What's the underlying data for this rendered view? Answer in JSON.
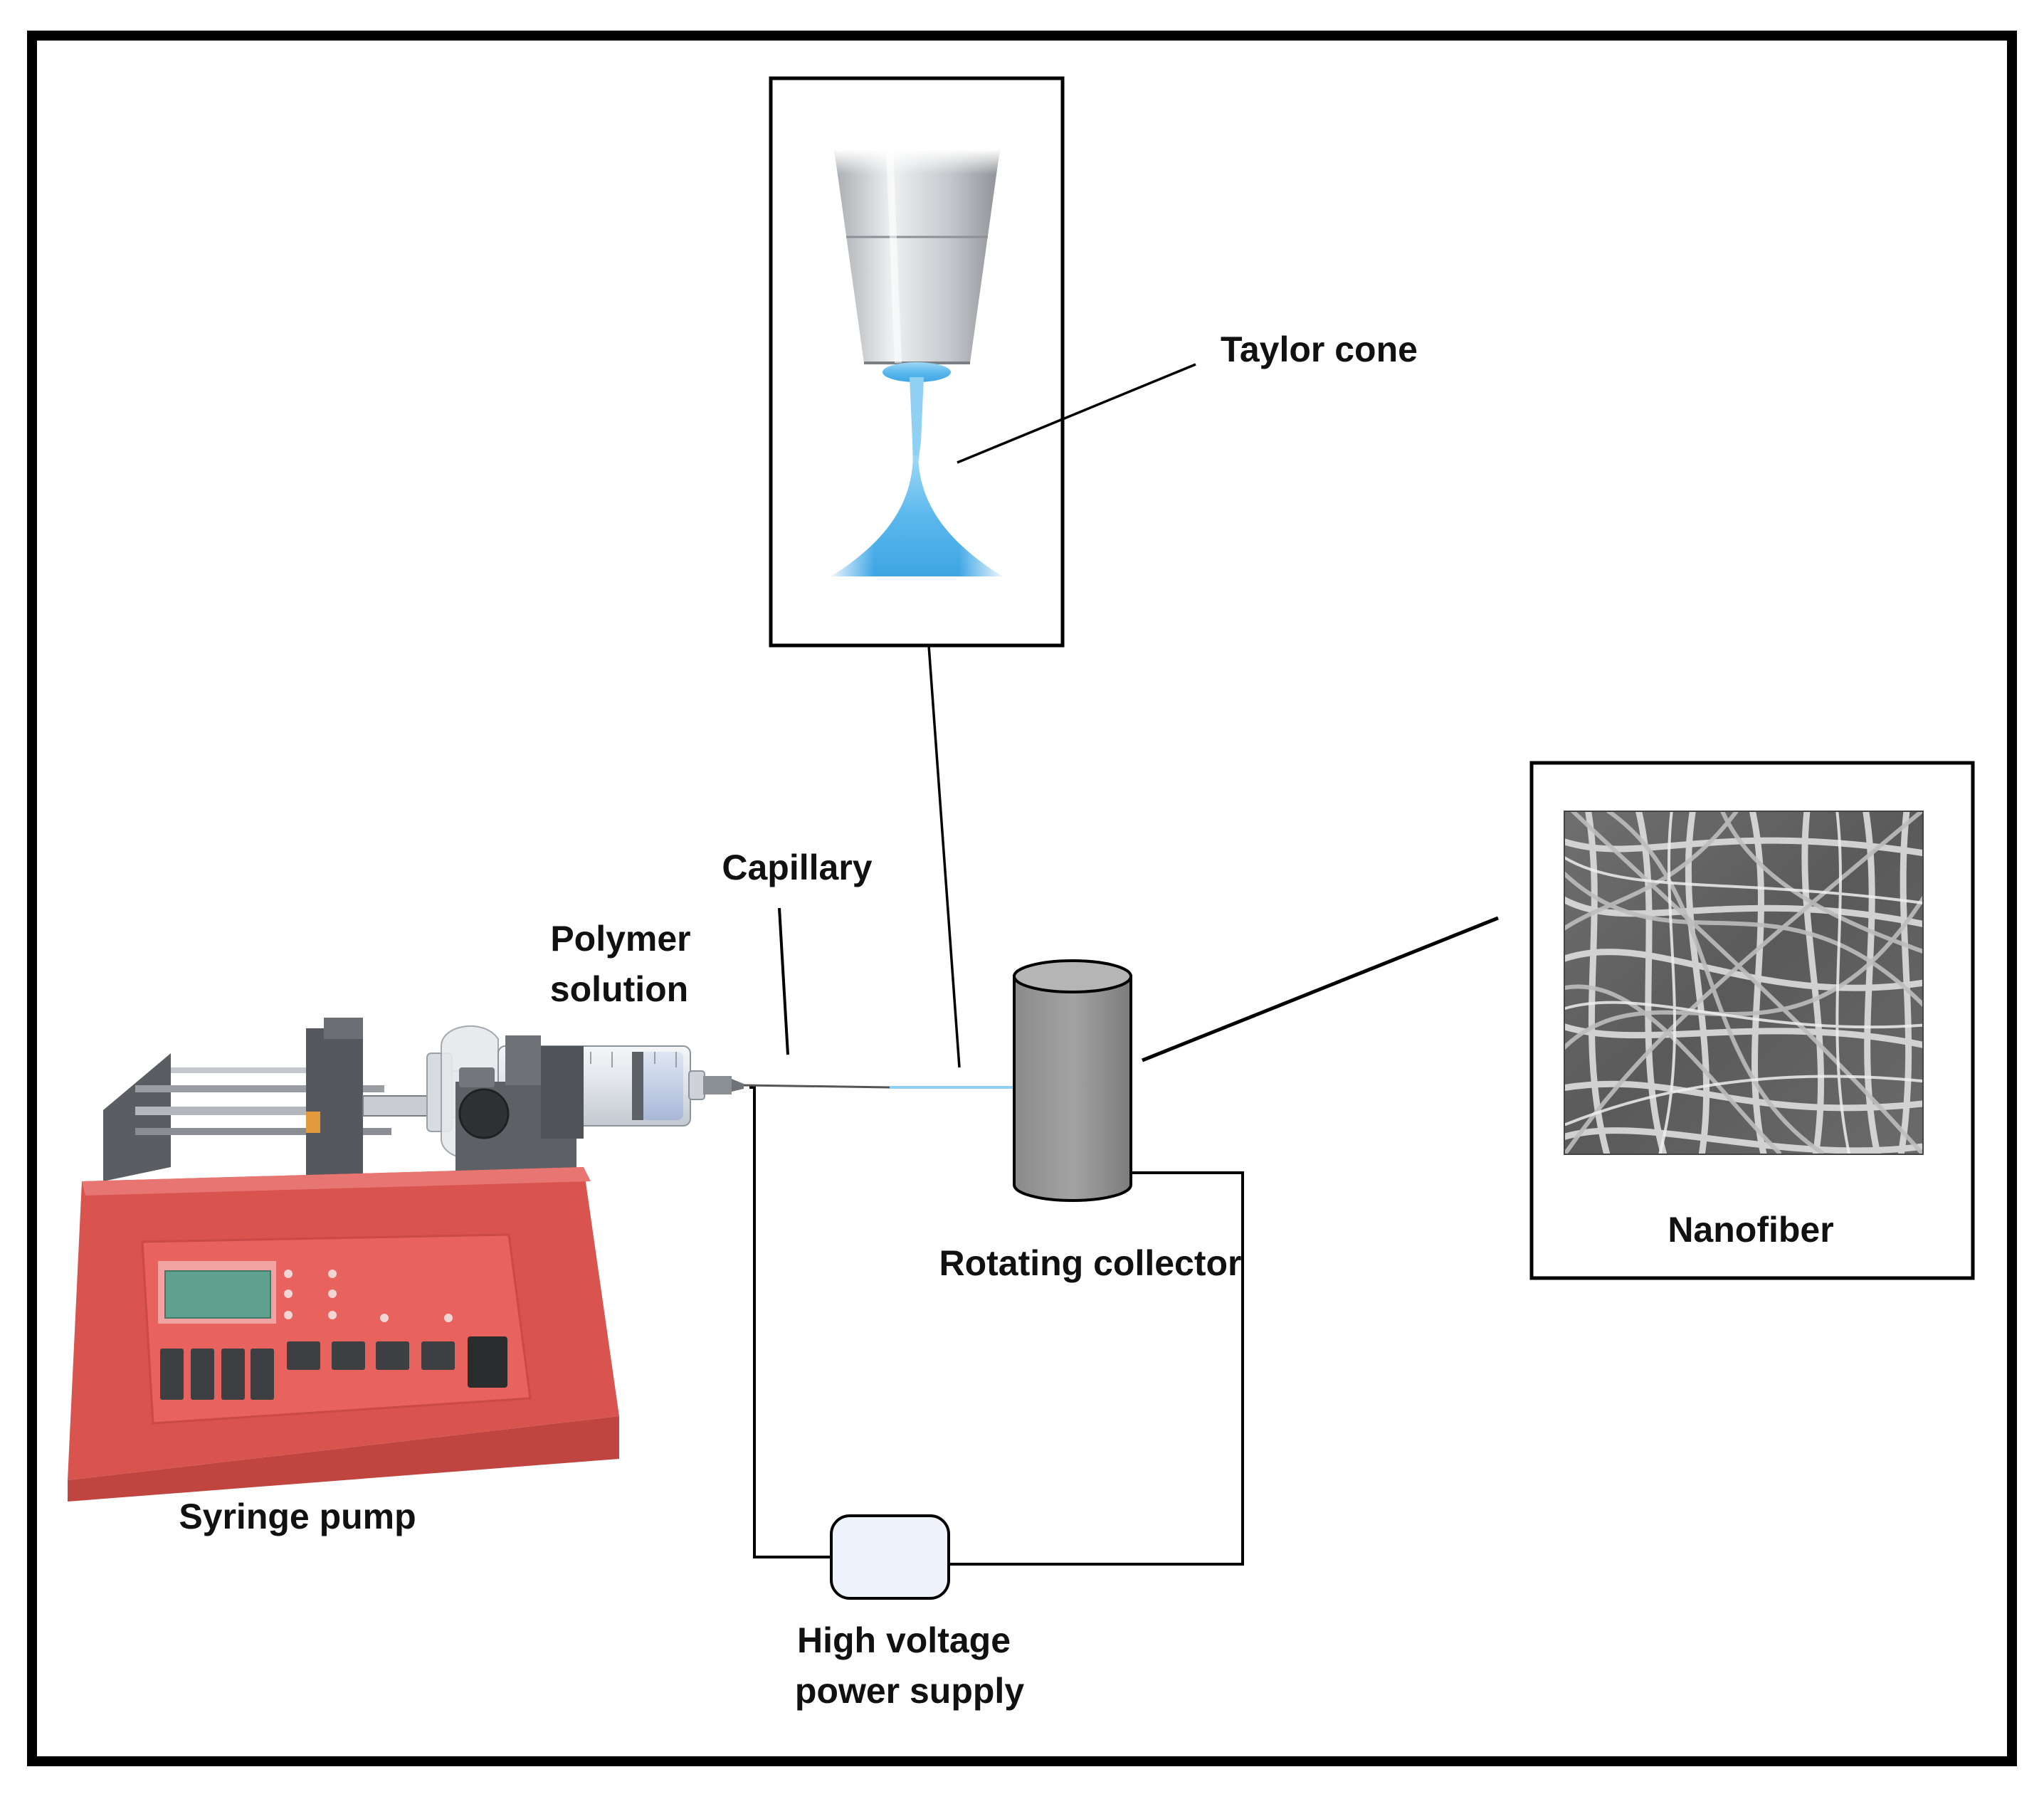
{
  "labels": {
    "taylor_cone": "Taylor cone",
    "capillary": "Capillary",
    "polymer_solution_line1": "Polymer",
    "polymer_solution_line2": "solution",
    "rotating_collector": "Rotating collector",
    "nanofiber": "Nanofiber",
    "syringe_pump": "Syringe pump",
    "power_supply_line1": "High voltage",
    "power_supply_line2": "power supply"
  },
  "colors": {
    "pump_body": "#d9534f",
    "pump_panel": "#e8625e",
    "pump_display": "#5fa08e",
    "collector": "#999999",
    "taylor_cone_jet": "#5bb8ec",
    "frame": "#000000"
  }
}
